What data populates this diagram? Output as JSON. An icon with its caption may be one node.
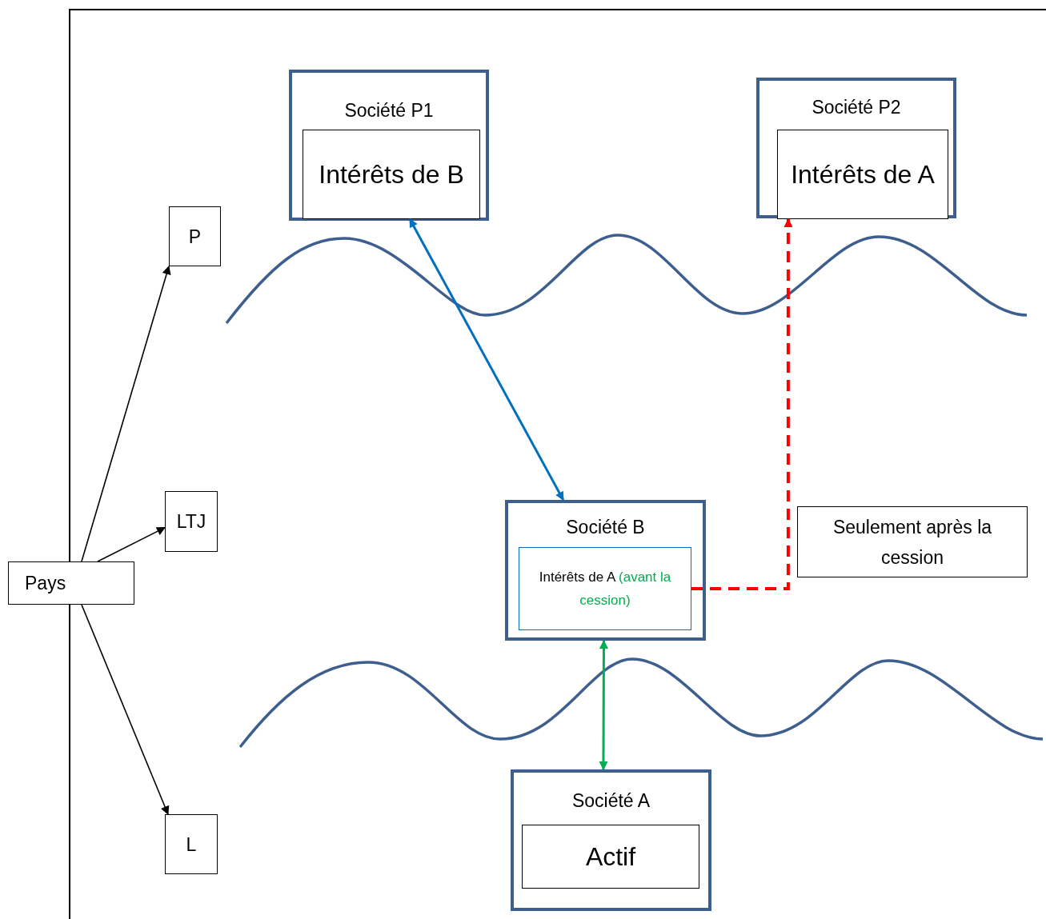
{
  "diagram": {
    "nodes": [
      {
        "text": [
          "Société P1"
        ]
      },
      {
        "text": [
          "Intérêts de B"
        ],
        "in": 0
      },
      {
        "text": [
          "Société P2"
        ]
      },
      {
        "text": [
          "Intérêts de A"
        ],
        "in": 2
      },
      {
        "text": [
          "P"
        ]
      },
      {
        "text": [
          "LTJ"
        ]
      },
      {
        "text": [
          "Pays"
        ]
      },
      {
        "text": [
          "Société B"
        ]
      },
      {
        "text": [
          "Intérêts de A",
          "(avant la cession)"
        ],
        "in": 7
      },
      {
        "text": [
          "Seulement après la cession"
        ]
      },
      {
        "text": [
          "Société A"
        ]
      },
      {
        "text": [
          "Actif"
        ],
        "in": 10
      },
      {
        "text": [
          "L"
        ]
      }
    ],
    "edges": [
      {
        "from": 6,
        "to": 4,
        "arrow": "to"
      },
      {
        "from": 6,
        "to": 5,
        "arrow": "to"
      },
      {
        "from": 6,
        "to": 12,
        "arrow": "to"
      },
      {
        "from": 1,
        "to": 7,
        "arrow": "both",
        "color": "#0070c0"
      },
      {
        "from": 8,
        "to": 3,
        "arrow": "to",
        "style": "dashed",
        "color": "#ff0000"
      },
      {
        "from": 7,
        "to": 10,
        "arrow": "both",
        "color": "#00b050"
      }
    ]
  }
}
